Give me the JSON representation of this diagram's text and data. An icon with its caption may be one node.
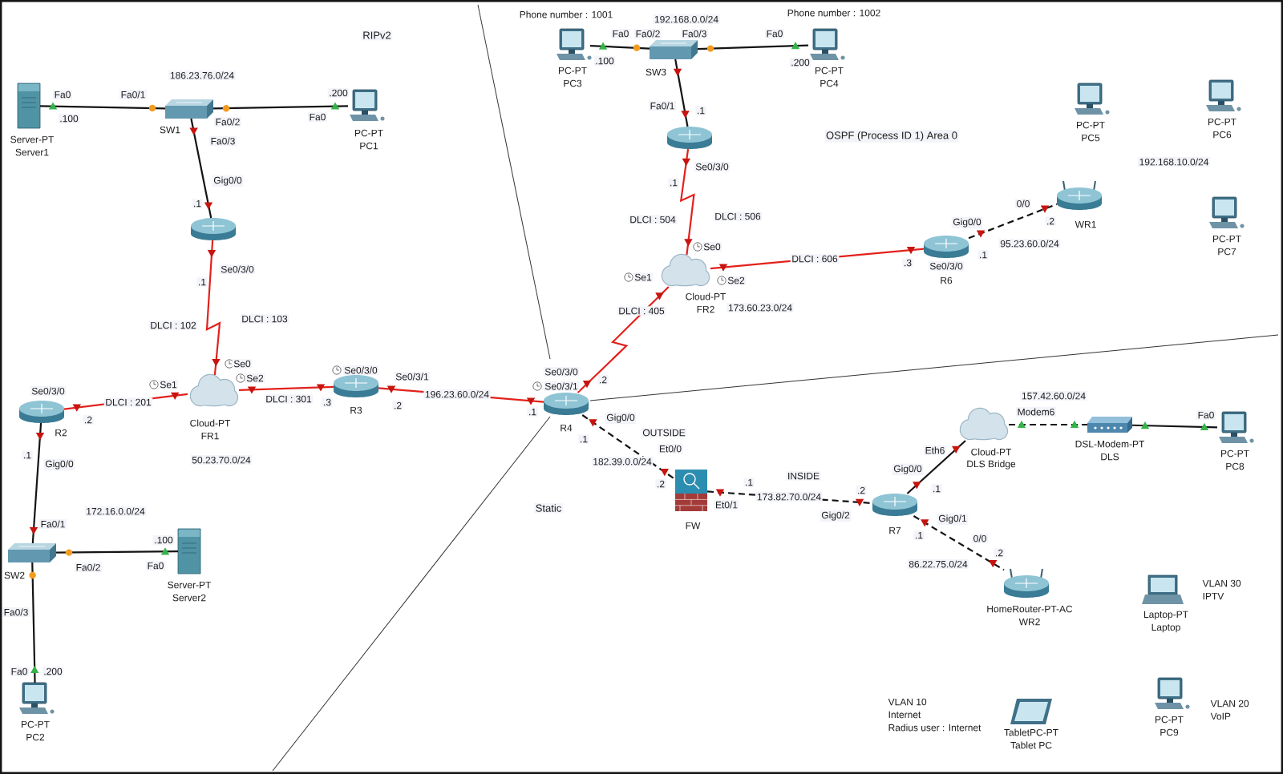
{
  "diagram": {
    "nodes": [
      {
        "text": [
          "Server-PT",
          "Server1"
        ]
      },
      {
        "text": [
          "SW1"
        ]
      },
      {
        "text": [
          "PC-PT",
          "PC1"
        ]
      },
      {
        "text": [],
        "shape": "picture"
      },
      {
        "text": [
          "Cloud-PT",
          "FR1"
        ]
      },
      {
        "text": [
          "R2"
        ]
      },
      {
        "text": [
          "R3"
        ]
      },
      {
        "text": [
          "SW2"
        ]
      },
      {
        "text": [
          "Server-PT",
          "Server2"
        ]
      },
      {
        "text": [
          "PC-PT",
          "PC2"
        ]
      },
      {
        "text": [
          "PC-PT",
          "PC3"
        ],
        "beside": [
          "Phone number : 1001"
        ]
      },
      {
        "text": [
          "SW3"
        ]
      },
      {
        "text": [
          "PC-PT",
          "PC4"
        ],
        "beside": [
          "Phone number : 1002"
        ]
      },
      {
        "text": [],
        "shape": "picture"
      },
      {
        "text": [
          "Cloud-PT",
          "FR2"
        ]
      },
      {
        "text": [
          "R4"
        ]
      },
      {
        "text": [
          "PC-PT",
          "PC5"
        ]
      },
      {
        "text": [
          "PC-PT",
          "PC6"
        ]
      },
      {
        "text": [
          "WR1"
        ]
      },
      {
        "text": [
          "PC-PT",
          "PC7"
        ]
      },
      {
        "text": [
          "R6"
        ]
      },
      {
        "text": [
          "FW"
        ]
      },
      {
        "text": [
          "Cloud-PT",
          "DLS Bridge"
        ]
      },
      {
        "text": [
          "DSL-Modem-PT",
          "DLS"
        ]
      },
      {
        "text": [
          "PC-PT",
          "PC8"
        ]
      },
      {
        "text": [
          "R7"
        ]
      },
      {
        "text": [
          "HomeRouter-PT-AC",
          "WR2"
        ]
      },
      {
        "text": [
          "Laptop-PT",
          "Laptop"
        ],
        "beside": [
          "VLAN 30",
          "IPTV"
        ]
      },
      {
        "text": [
          "PC-PT",
          "PC9"
        ],
        "beside": [
          "VLAN 20",
          "VoIP"
        ]
      },
      {
        "text": [
          "TabletPC-PT",
          "Tablet PC"
        ],
        "beside": [
          "VLAN 10",
          "Internet",
          "Radius user : Internet"
        ]
      }
    ],
    "edges": [
      {
        "from": 0,
        "to": 1,
        "arrow": "none"
      },
      {
        "from": 1,
        "to": 2,
        "arrow": "none"
      },
      {
        "from": 1,
        "to": 3,
        "arrow": "none"
      },
      {
        "from": 3,
        "to": 4,
        "arrow": "none",
        "color": "#e3211c"
      },
      {
        "from": 5,
        "to": 4,
        "arrow": "none",
        "label": "DLCI : 201",
        "color": "#e3211c"
      },
      {
        "from": 4,
        "to": 6,
        "arrow": "none",
        "label": "DLCI : 301",
        "color": "#e3211c"
      },
      {
        "from": 6,
        "to": 15,
        "arrow": "none",
        "label": "196.23.60.0/24",
        "color": "#e3211c"
      },
      {
        "from": 5,
        "to": 7,
        "arrow": "none"
      },
      {
        "from": 7,
        "to": 8,
        "arrow": "none"
      },
      {
        "from": 7,
        "to": 9,
        "arrow": "none"
      },
      {
        "from": 10,
        "to": 11,
        "arrow": "none"
      },
      {
        "from": 11,
        "to": 12,
        "arrow": "none"
      },
      {
        "from": 11,
        "to": 13,
        "arrow": "none"
      },
      {
        "from": 13,
        "to": 14,
        "arrow": "none",
        "color": "#e3211c"
      },
      {
        "from": 20,
        "to": 14,
        "arrow": "none",
        "label": "DLCI : 606",
        "color": "#e3211c"
      },
      {
        "from": 15,
        "to": 14,
        "arrow": "none",
        "label": "DLCI : 405",
        "color": "#e3211c"
      },
      {
        "from": 20,
        "to": 18,
        "arrow": "none",
        "style": "dashed"
      },
      {
        "from": 15,
        "to": 21,
        "arrow": "none",
        "label": "182.39.0.0/24",
        "style": "dashed"
      },
      {
        "from": 21,
        "to": 25,
        "arrow": "none",
        "label": "173.82.70.0/24",
        "style": "dashed"
      },
      {
        "from": 25,
        "to": 22,
        "arrow": "none"
      },
      {
        "from": 25,
        "to": 26,
        "arrow": "none",
        "style": "dashed"
      },
      {
        "from": 22,
        "to": 23,
        "arrow": "none",
        "style": "dashed"
      },
      {
        "from": 23,
        "to": 24,
        "arrow": "none"
      }
    ],
    "labels": [
      "RIPv2",
      "186.23.76.0/24",
      "Fa0",
      "Fa0/1",
      ".100",
      ".200",
      "Fa0/2",
      "Fa0",
      "Fa0/3",
      "Gig0/0",
      ".1",
      "Se0/3/0",
      ".1",
      "DLCI : 102",
      "DLCI : 103",
      "Se0",
      "Se1",
      "Se2",
      "Se0/3/0",
      "Se0/3/1",
      "Se0/3/0",
      ".2",
      ".3",
      ".2",
      "50.23.70.0/24",
      ".1",
      "Gig0/0",
      "172.16.0.0/24",
      "Fa0/1",
      ".100",
      "Fa0/2",
      "Fa0",
      "Fa0/3",
      "Fa0",
      ".200",
      "192.168.0.0/24",
      "Fa0",
      "Fa0/2",
      "Fa0/3",
      "Fa0",
      ".100",
      ".200",
      "Fa0/1",
      ".1",
      "Se0/3/0",
      ".1",
      "DLCI : 504",
      "DLCI : 506",
      "Se0",
      "Se1",
      "Se2",
      "173.60.23.0/24",
      "OSPF (Process ID 1) Area 0",
      "192.168.10.0/24",
      "0/0",
      "Gig0/0",
      ".2",
      "95.23.60.0/24",
      ".1",
      ".3",
      "Se0/3/0",
      "Se0/3/0",
      ".2",
      "Se0/3/1",
      ".1",
      "Gig0/0",
      "OUTSIDE",
      ".1",
      "Et0/0",
      ".2",
      "INSIDE",
      ".1",
      ".2",
      "Et0/1",
      "Gig0/2",
      "Static",
      "157.42.60.0/24",
      "Modem6",
      "Fa0",
      "Eth6",
      "Gig0/0",
      ".1",
      "Gig0/1",
      ".1",
      "0/0",
      ".2",
      "86.22.75.0/24"
    ]
  }
}
